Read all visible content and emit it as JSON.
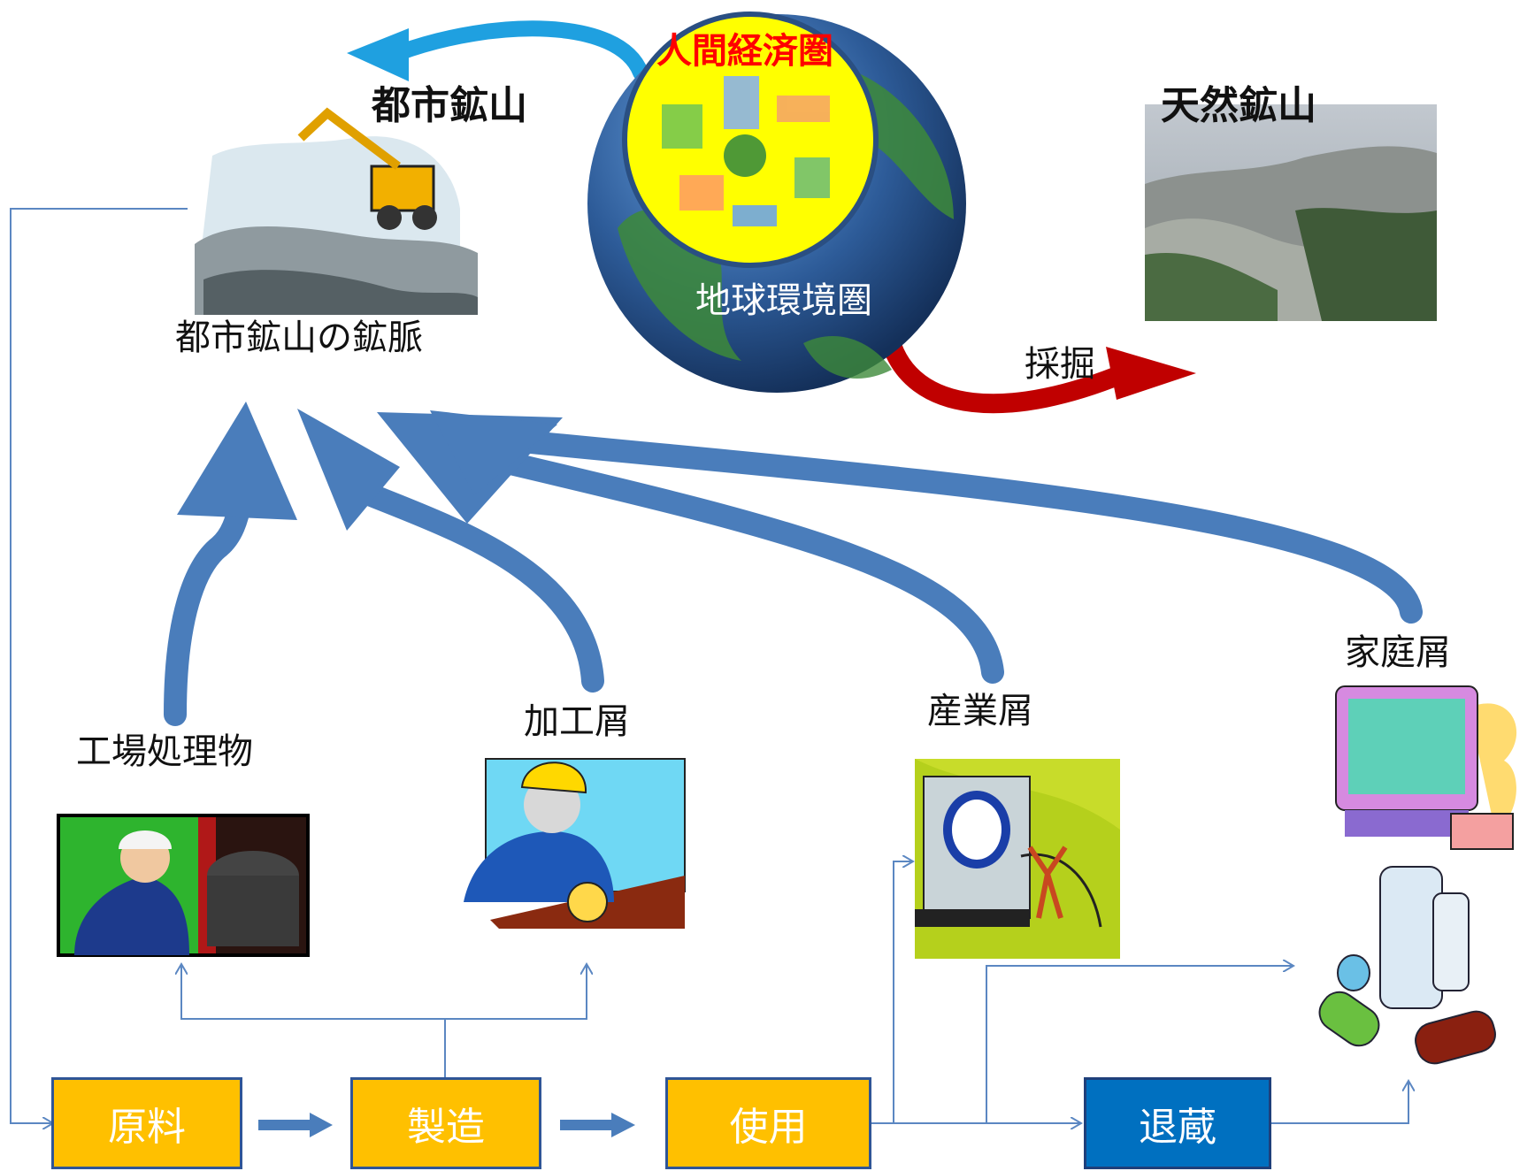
{
  "title_bar": {
    "urban_mine": "都市鉱山",
    "natural_mine": "天然鉱山"
  },
  "globe": {
    "inner_label": "人間経済圏",
    "outer_label": "地球環境圏"
  },
  "labels": {
    "urban_vein": "都市鉱山の鉱脈",
    "mining": "採掘",
    "factory_waste": "工場処理物",
    "processing_scrap": "加工屑",
    "industrial_scrap": "産業屑",
    "household_scrap": "家庭屑"
  },
  "flow": {
    "raw": "原料",
    "manufacture": "製造",
    "use": "使用",
    "stored": "退蔵"
  },
  "colors": {
    "flow_box": "#ffc000",
    "stored_box": "#0070c0",
    "big_arrow": "#4a7dbb",
    "mining_arrow": "#c00000",
    "return_arrow": "#1fa0e0",
    "thin_line": "#5b87c2",
    "inner_label": "#ff0000"
  },
  "icons": {
    "urban_mine_picture": "excavator-scrap-icon",
    "natural_mine_picture": "open-pit-mine-photo",
    "globe_picture": "earth-globe-icon",
    "factory_waste_picture": "worker-drum-icon",
    "processing_picture": "welder-grinder-icon",
    "industrial_picture": "computer-illustration-icon",
    "household_picture": "tv-bottles-cans-icon"
  }
}
